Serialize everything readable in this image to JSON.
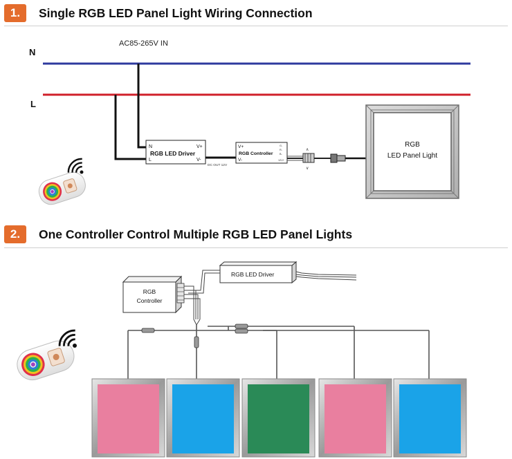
{
  "section1": {
    "number": "1.",
    "title": "Single RGB LED Panel Light Wiring Connection",
    "ac_label": "AC85-265V IN",
    "line_n": "N",
    "line_l": "L",
    "driver": {
      "title": "RGB LED Driver",
      "pin_n": "N",
      "pin_l": "L",
      "pin_vplus": "V+",
      "pin_vminus": "V-",
      "dc_out": "DC OUT 12V"
    },
    "controller": {
      "title": "RGB Controller",
      "pin_vplus": "V+",
      "pin_vminus": "V-",
      "out_g": "G-",
      "out_r": "R-",
      "out_b": "B-",
      "out_12v": "12V+"
    },
    "panel": {
      "line1": "RGB",
      "line2": "LED Panel Light"
    }
  },
  "section2": {
    "number": "2.",
    "title": "One Controller Control Multiple RGB LED Panel Lights",
    "driver_label": "RGB LED Driver",
    "controller_line1": "RGB",
    "controller_line2": "Controller",
    "panel_colors": [
      "#e97f9f",
      "#1aa3e8",
      "#2a8a57",
      "#e97f9f",
      "#1aa3e8"
    ]
  },
  "colors": {
    "accent": "#e46c2c",
    "neutral_line": "#2e3a9e",
    "live_line": "#d0202a"
  },
  "icons": {
    "remote": "rgb-remote-control-icon",
    "wireless": "wireless-signal-icon"
  }
}
